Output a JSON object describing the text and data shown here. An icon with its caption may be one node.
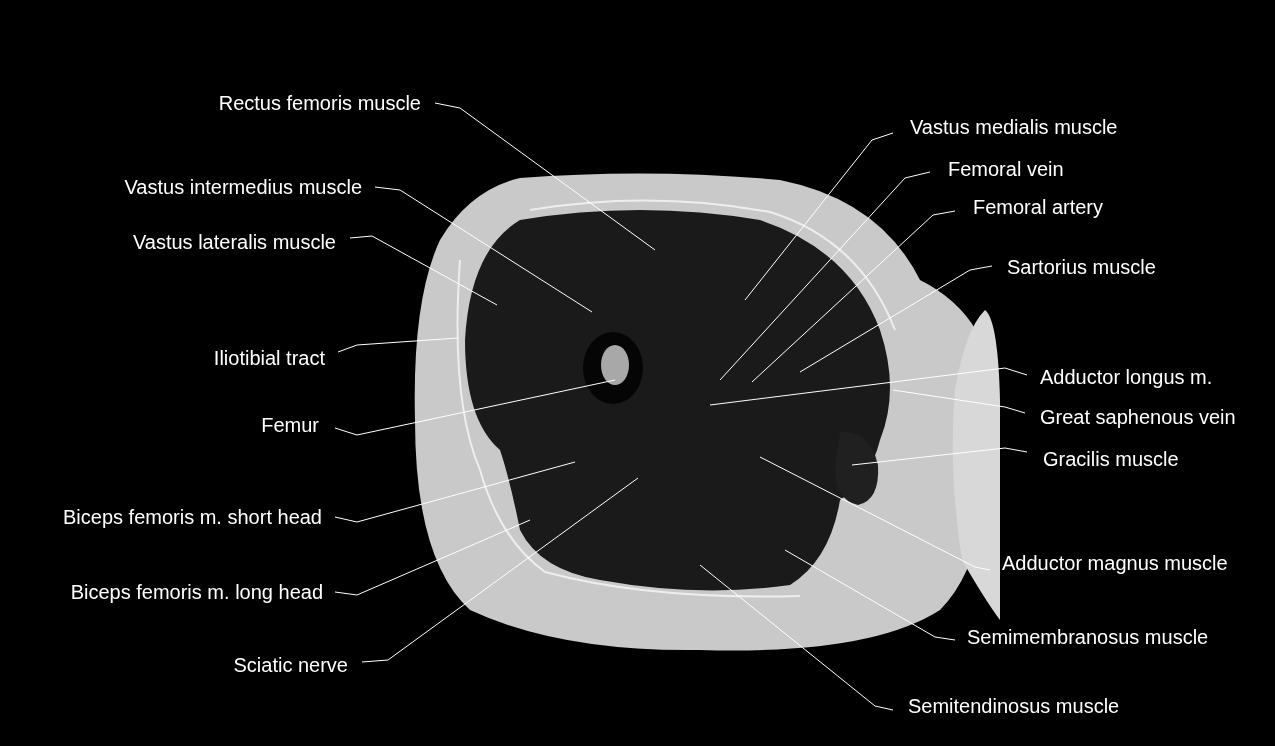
{
  "diagram": {
    "nodes": [
      {
        "text": [
          "Rectus femoris muscle"
        ]
      },
      {
        "text": [
          "Vastus intermedius muscle"
        ]
      },
      {
        "text": [
          "Vastus lateralis muscle"
        ]
      },
      {
        "text": [
          "Iliotibial tract"
        ]
      },
      {
        "text": [
          "Femur"
        ]
      },
      {
        "text": [
          "Biceps femoris m. short head"
        ]
      },
      {
        "text": [
          "Biceps femoris m. long head"
        ]
      },
      {
        "text": [
          "Sciatic nerve"
        ]
      },
      {
        "text": [
          "Vastus medialis muscle"
        ]
      },
      {
        "text": [
          "Femoral vein"
        ]
      },
      {
        "text": [
          "Femoral artery"
        ]
      },
      {
        "text": [
          "Sartorius muscle"
        ]
      },
      {
        "text": [
          "Adductor longus m."
        ]
      },
      {
        "text": [
          "Great saphenous vein"
        ]
      },
      {
        "text": [
          "Gracilis muscle"
        ]
      },
      {
        "text": [
          "Adductor magnus muscle"
        ]
      },
      {
        "text": [
          "Semimembranosus muscle"
        ]
      },
      {
        "text": [
          "Semitendinosus muscle"
        ]
      }
    ],
    "edges": [
      {
        "from": 0,
        "to": null,
        "arrow": "none"
      },
      {
        "from": 1,
        "to": null,
        "arrow": "none"
      },
      {
        "from": 2,
        "to": null,
        "arrow": "none"
      },
      {
        "from": 3,
        "to": null,
        "arrow": "none"
      },
      {
        "from": 4,
        "to": null,
        "arrow": "none"
      },
      {
        "from": 5,
        "to": null,
        "arrow": "none"
      },
      {
        "from": 6,
        "to": null,
        "arrow": "none"
      },
      {
        "from": 7,
        "to": null,
        "arrow": "none"
      },
      {
        "from": 8,
        "to": null,
        "arrow": "none"
      },
      {
        "from": 9,
        "to": null,
        "arrow": "none"
      },
      {
        "from": 10,
        "to": null,
        "arrow": "none"
      },
      {
        "from": 11,
        "to": null,
        "arrow": "none"
      },
      {
        "from": 12,
        "to": null,
        "arrow": "none"
      },
      {
        "from": 13,
        "to": null,
        "arrow": "none"
      },
      {
        "from": 14,
        "to": null,
        "arrow": "none"
      },
      {
        "from": 15,
        "to": null,
        "arrow": "none"
      },
      {
        "from": 16,
        "to": null,
        "arrow": "none"
      },
      {
        "from": 17,
        "to": null,
        "arrow": "none"
      }
    ]
  }
}
